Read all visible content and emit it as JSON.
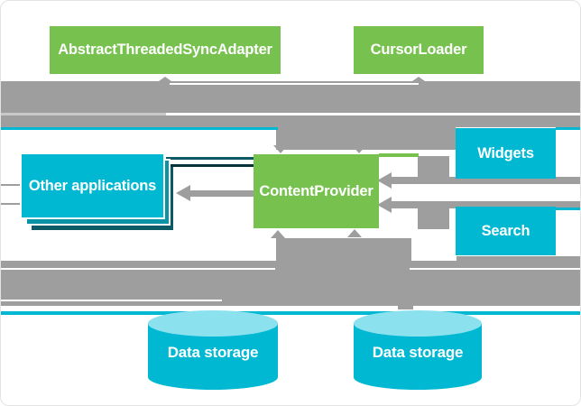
{
  "colors": {
    "green": "#77c14e",
    "cyan": "#00b8d2",
    "cyan_light": "#8ce1ef",
    "teal_mid": "#0a93a4",
    "teal_dark": "#0b5a66",
    "line_teal": "#0b5a66",
    "line_dark": "#06323a",
    "gray": "#9e9e9e",
    "gap_gray": "#c9c9c9"
  },
  "nodes": {
    "sync_adapter": "AbstractThreadedSyncAdapter",
    "cursor_loader": "CursorLoader",
    "content_provider": "ContentProvider",
    "other_applications": "Other applications",
    "widgets": "Widgets",
    "search": "Search",
    "data_storage_left": "Data storage",
    "data_storage_right": "Data storage"
  }
}
